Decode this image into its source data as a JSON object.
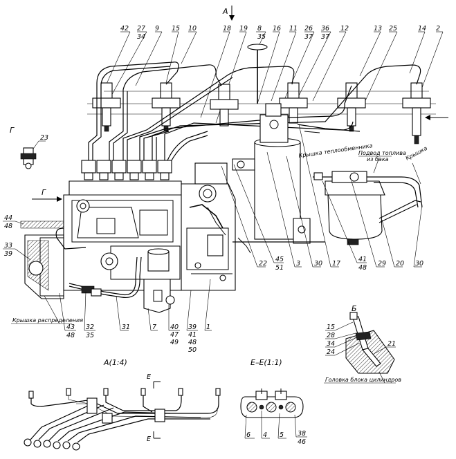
{
  "markers": {
    "view_a": "А",
    "view_b": "Б",
    "view_g": "Г",
    "cut_e": "Е"
  },
  "titles": {
    "section_b": "Б",
    "view_a": "А(1:4)",
    "section_ee": "Е–Е(1:1)"
  },
  "labels": {
    "heat_exchanger_cover": "Крышка теплообменника",
    "fuel_supply_line1": "Подвод топлива",
    "fuel_supply_line2": "из бака",
    "cover": "Крышка",
    "distribution_cover": "Крышка распределения",
    "cylinder_head": "Головка блока цилиндров"
  },
  "top_callouts": [
    {
      "id": "42",
      "sub": ""
    },
    {
      "id": "27",
      "sub": "34"
    },
    {
      "id": "9",
      "sub": ""
    },
    {
      "id": "15",
      "sub": ""
    },
    {
      "id": "10",
      "sub": ""
    },
    {
      "id": "18",
      "sub": ""
    },
    {
      "id": "19",
      "sub": ""
    },
    {
      "id": "8",
      "sub": "35"
    },
    {
      "id": "16",
      "sub": ""
    },
    {
      "id": "11",
      "sub": ""
    },
    {
      "id": "26",
      "sub": "37"
    },
    {
      "id": "36",
      "sub": "37"
    },
    {
      "id": "12",
      "sub": ""
    },
    {
      "id": "13",
      "sub": ""
    },
    {
      "id": "25",
      "sub": ""
    },
    {
      "id": "14",
      "sub": ""
    },
    {
      "id": "2",
      "sub": ""
    }
  ],
  "mid_callouts": [
    {
      "id": "22",
      "sub": ""
    },
    {
      "id": "45",
      "sub": "51"
    },
    {
      "id": "3",
      "sub": ""
    },
    {
      "id": "30",
      "sub": ""
    },
    {
      "id": "17",
      "sub": ""
    },
    {
      "id": "41",
      "sub": "48"
    },
    {
      "id": "29",
      "sub": ""
    },
    {
      "id": "20",
      "sub": ""
    },
    {
      "id": "30",
      "sub": ""
    }
  ],
  "left_callouts": [
    {
      "id": "23",
      "sub": ""
    },
    {
      "id": "44",
      "sub": "48"
    },
    {
      "id": "33",
      "sub": "39"
    }
  ],
  "bottom_callouts": {
    "c43": "43",
    "c48": "48",
    "c32": "32",
    "c35": "35",
    "c31": "31",
    "c7": "7",
    "stack40": [
      "40",
      "47",
      "49"
    ],
    "stack39": [
      "39",
      "41",
      "48",
      "50"
    ],
    "c1": "1"
  },
  "section_b_callouts": [
    "15",
    "28",
    "34",
    "24",
    "21"
  ],
  "section_ee_callouts": [
    "6",
    "4",
    "5",
    "38",
    "46"
  ]
}
